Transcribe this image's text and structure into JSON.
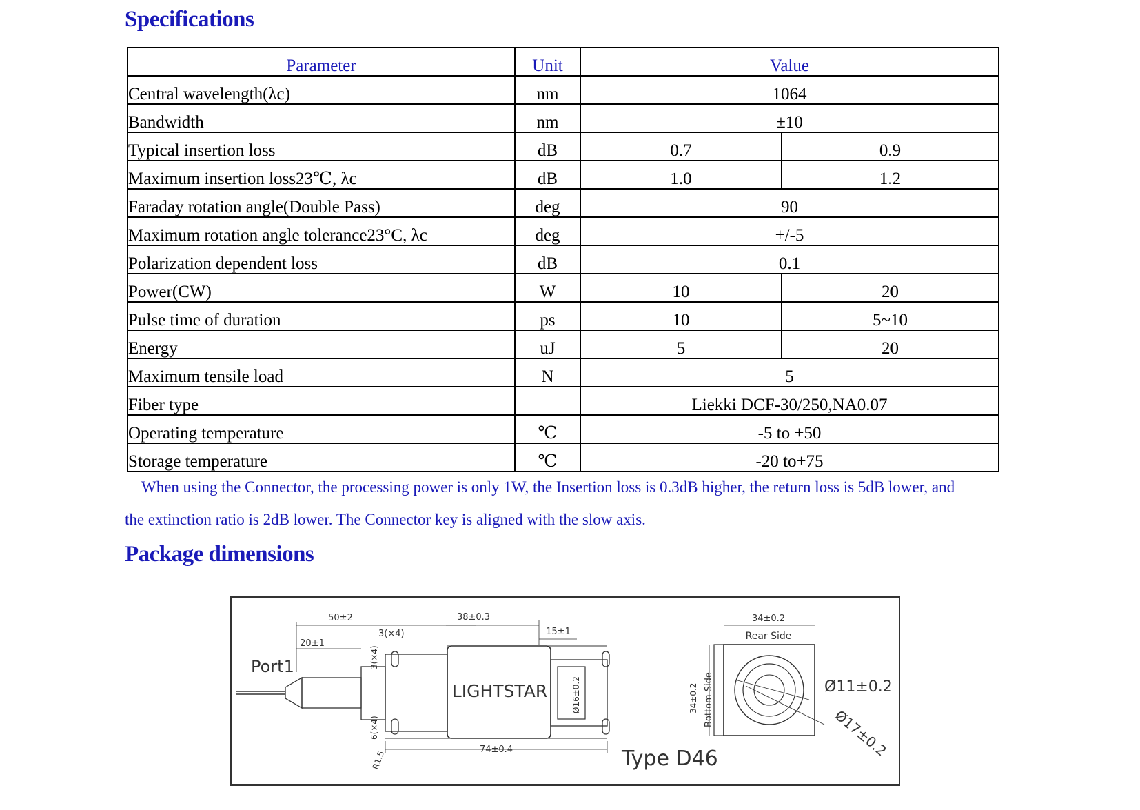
{
  "spec_heading": "Specifications",
  "table": {
    "headers": {
      "parameter": "Parameter",
      "unit": "Unit",
      "value": "Value"
    },
    "rows": [
      {
        "parameter": "Central wavelength(λc)",
        "unit": "nm",
        "value": "1064"
      },
      {
        "parameter": "Bandwidth",
        "unit": "nm",
        "value": "±10"
      },
      {
        "parameter": "Typical insertion loss",
        "unit": "dB",
        "value_a": "0.7",
        "value_b": "0.9"
      },
      {
        "parameter": "Maximum insertion loss23℃, λc",
        "unit": "dB",
        "value_a": "1.0",
        "value_b": "1.2"
      },
      {
        "parameter": "Faraday rotation angle(Double Pass)",
        "unit": "deg",
        "value": "90"
      },
      {
        "parameter": "Maximum rotation angle tolerance23°C, λc",
        "unit": "deg",
        "value": "+/-5"
      },
      {
        "parameter": "Polarization dependent loss",
        "unit": "dB",
        "value": "0.1"
      },
      {
        "parameter": "Power(CW)",
        "unit": "W",
        "value_a": "10",
        "value_b": "20"
      },
      {
        "parameter": "Pulse time of duration",
        "unit": "ps",
        "value_a": "10",
        "value_b": "5~10"
      },
      {
        "parameter": "Energy",
        "unit": "uJ",
        "value_a": "5",
        "value_b": "20"
      },
      {
        "parameter": "Maximum tensile load",
        "unit": "N",
        "value": "5"
      },
      {
        "parameter": "Fiber type",
        "unit": "",
        "value": "Liekki DCF-30/250,NA0.07"
      },
      {
        "parameter": "Operating temperature",
        "unit": "℃",
        "value": "-5 to +50"
      },
      {
        "parameter": "Storage temperature",
        "unit": "℃",
        "value": "-20 to+75"
      }
    ]
  },
  "note": {
    "line1": "When using the Connector, the processing power is only 1W, the Insertion loss is 0.3dB higher, the return loss is 5dB lower, and",
    "line2": "the extinction ratio is 2dB lower. The Connector key is aligned with the slow axis."
  },
  "package_heading": "Package dimensions",
  "drawing": {
    "port_label": "Port1",
    "brand": "LIGHTSTAR",
    "type_label": "Type D46",
    "dim_50": "50±2",
    "dim_38": "38±0.3",
    "dim_15": "15±1",
    "dim_20": "20±1",
    "dim_3x4": "3(×4)",
    "dim_3x4_v": "3(×4)",
    "dim_6x4": "6(×4)",
    "dim_r15": "R1.5",
    "dim_74": "74±0.4",
    "dim_d16": "Ø16±0.2",
    "dim_34_top": "34±0.2",
    "rear_side": "Rear Side",
    "dim_34_side": "34±0.2",
    "bottom_side": "Bottom Side",
    "dim_d11": "Ø11±0.2",
    "dim_d17": "Ø17±0.2"
  }
}
